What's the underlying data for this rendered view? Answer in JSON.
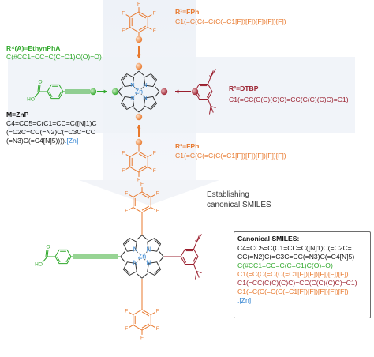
{
  "top": {
    "r1": {
      "label": "R¹=FPh",
      "smiles": "C1(=C(C(=C(C(=C1[F])[F])[F])[F])[F])"
    },
    "r2": {
      "label": "R²=DTBP",
      "smiles": "C1(=CC(C(C)(C)C)=CC(C(C)(C)C)=C1)"
    },
    "r3": {
      "label": "R³=FPh",
      "smiles": "C1(=C(C(=C(C(=C1[F])[F])[F])[F])[F])"
    },
    "r4": {
      "label": "R⁴(A)=EthynPhA",
      "smiles": "C(#CC1=CC=C(C=C1)C(O)=O)"
    },
    "m": {
      "label": "M=ZnP",
      "smiles_lines": [
        "C4=CC5=C(C1=CC=C([N]1)C",
        "(=C2C=CC(=N2)C(=C3C=CC",
        "(=N3)C(=C4[N]5))))"
      ],
      "zn_tag": ".[Zn]"
    }
  },
  "atoms": {
    "zn": "Zn",
    "n": "N",
    "f": "F",
    "oh": "HO",
    "o": "O"
  },
  "middle": {
    "caption_lines": [
      "Establishing",
      "canonical SMILES"
    ]
  },
  "box": {
    "title": "Canonical SMILES:",
    "lines": [
      {
        "color": "black",
        "text": "C4=CC5=C(C1=CC=C([N]1)C(=C2C="
      },
      {
        "color": "black",
        "text": "CC(=N2)C(=C3C=CC(=N3)C(=C4[N]5)"
      },
      {
        "color": "green",
        "text": "C(#CC1=CC=C(C=C1)C(O)=O)"
      },
      {
        "color": "orange",
        "text": "C1(=C(C(=C(C(=C1[F])[F])[F])[F])[F])"
      },
      {
        "color": "maroon",
        "text": "C1(=CC(C(C)(C)C)=CC(C(C)(C)C)=C1)"
      },
      {
        "color": "orange",
        "text": "C1(=C(C(=C(C(=C1[F])[F])[F])[F])[F])"
      }
    ],
    "zn_tag": ".[Zn]",
    "colors": {
      "green": "#2fa82a",
      "orange": "#e8782c",
      "maroon": "#9a1f2e",
      "blue": "#2a7fd0"
    }
  }
}
